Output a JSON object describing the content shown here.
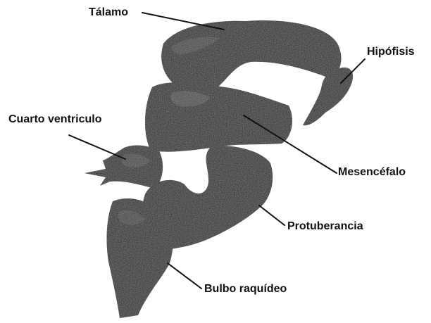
{
  "colors": {
    "background": "#ffffff",
    "structure_fill": "#161616",
    "highlight": "#6b6b6b",
    "leader_line": "#111111",
    "label_text": "#111111"
  },
  "labels": {
    "talamo": "Tálamo",
    "hipofisis": "Hipófisis",
    "cuarto_ventriculo": "Cuarto ventriculo",
    "mesencefalo": "Mesencéfalo",
    "protuberancia": "Protuberancia",
    "bulbo_raquideo": "Bulbo raquídeo"
  }
}
